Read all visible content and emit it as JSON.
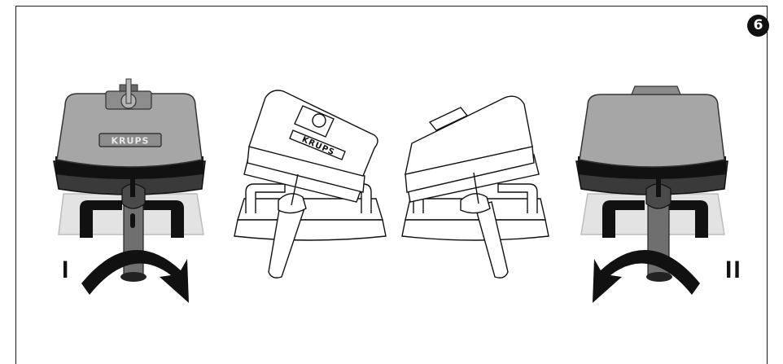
{
  "step_number": "6",
  "brand_label": "KRUPS",
  "direction_labels": {
    "left": "I",
    "right": "II"
  },
  "colors": {
    "ink": "#111111",
    "body_grey": "#8c8c8c",
    "lid_grey": "#a6a6a6",
    "light_grey": "#e3e3e3"
  }
}
